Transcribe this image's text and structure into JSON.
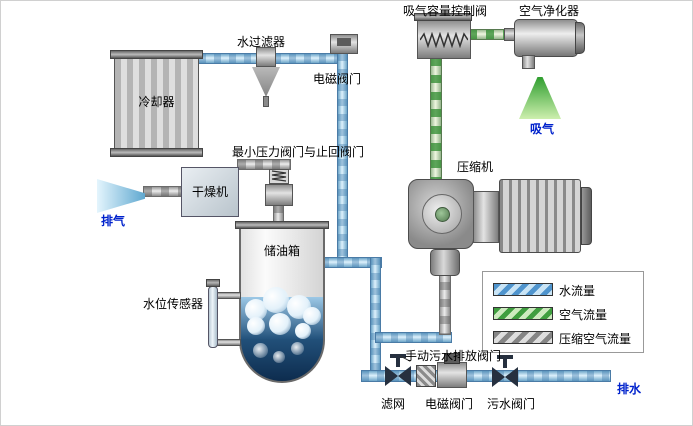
{
  "diagram": {
    "components": {
      "cooler": "冷却器",
      "water_filter": "水过滤器",
      "solenoid_valve_top": "电磁阀门",
      "intake_control_valve": "吸气容量控制阀",
      "air_purifier": "空气净化器",
      "intake": "吸气",
      "min_pressure_check_valve": "最小压力阀门与止回阀门",
      "compressor": "压缩机",
      "dryer": "干燥机",
      "exhaust": "排气",
      "oil_tank": "储油箱",
      "water_level_sensor": "水位传感器",
      "manual_drain_valve": "手动污水排放阀门",
      "strainer": "滤网",
      "solenoid_valve_bottom": "电磁阀门",
      "sewage_valve": "污水阀门",
      "drain_outlet": "排水"
    },
    "legend": {
      "items": [
        {
          "id": "water-flow",
          "label": "水流量",
          "color": "#4f94cd"
        },
        {
          "id": "air-flow",
          "label": "空气流量",
          "color": "#3f9e3f"
        },
        {
          "id": "compressed-air-flow",
          "label": "压缩空气流量",
          "color": "#858585"
        }
      ]
    },
    "colors": {
      "water_pipe": "#ddf1fc",
      "air_dash": "#2e8b2e",
      "compressed_pipe": "#ececec",
      "flow_text_blue": "#0022cc"
    }
  }
}
